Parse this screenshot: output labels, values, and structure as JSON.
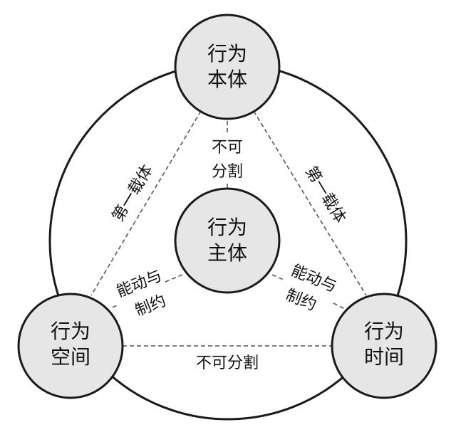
{
  "nodes": {
    "body": {
      "line1": "行为",
      "line2": "本体"
    },
    "subject": {
      "line1": "行为",
      "line2": "主体"
    },
    "space": {
      "line1": "行为",
      "line2": "空间"
    },
    "time": {
      "line1": "行为",
      "line2": "时间"
    }
  },
  "edges": {
    "body_subject": {
      "line1": "不可",
      "line2": "分割"
    },
    "body_space": {
      "text": "第一载体"
    },
    "body_time": {
      "text": "第一载体"
    },
    "space_time": {
      "text": "不可分割"
    },
    "subject_space": {
      "line1": "能动与",
      "line2": "制约"
    },
    "subject_time": {
      "line1": "能动与",
      "line2": "制约"
    }
  }
}
